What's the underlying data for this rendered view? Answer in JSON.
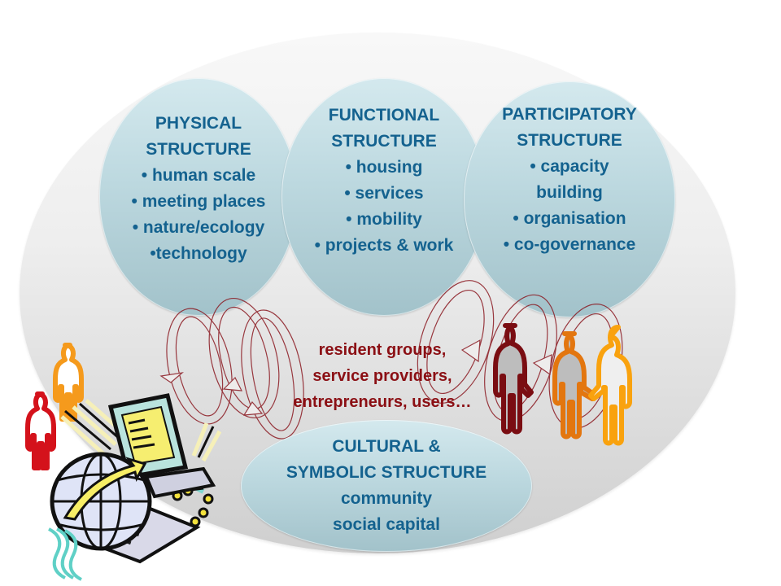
{
  "diagram": {
    "physical": {
      "title": [
        "PHYSICAL",
        "STRUCTURE"
      ],
      "items": [
        "• human scale",
        "• meeting places",
        "• nature/ecology",
        "•technology"
      ]
    },
    "functional": {
      "title": [
        "FUNCTIONAL",
        "STRUCTURE"
      ],
      "items": [
        "• housing",
        "• services",
        "• mobility",
        "• projects & work"
      ]
    },
    "participatory": {
      "title": [
        "PARTICIPATORY",
        "STRUCTURE"
      ],
      "items": [
        "• capacity",
        "building",
        "• organisation",
        "• co-governance"
      ]
    },
    "cultural": {
      "title": [
        "CULTURAL &",
        "SYMBOLIC STRUCTURE"
      ],
      "items": [
        "community",
        "social capital"
      ]
    },
    "actors": [
      "resident groups,",
      "service providers,",
      "entrepreneurs, users…"
    ],
    "icons": {
      "left_cluster": [
        "person-orange-icon",
        "person-red-icon",
        "globe-icon",
        "computer-monitor-icon",
        "keyboard-icon",
        "circuit-icon"
      ],
      "right_cluster": [
        "person-darkred-icon",
        "person-orange-icon",
        "person-yellow-icon"
      ],
      "arrows": [
        "circular-arrow-icon"
      ]
    },
    "colors": {
      "bubble_text": "#14628f",
      "actors_text": "#8b0f14",
      "arrow_stroke": "#8b1a22",
      "bubble_fill": "#bcd8df",
      "background_ellipse": "#e6e6e6"
    }
  }
}
